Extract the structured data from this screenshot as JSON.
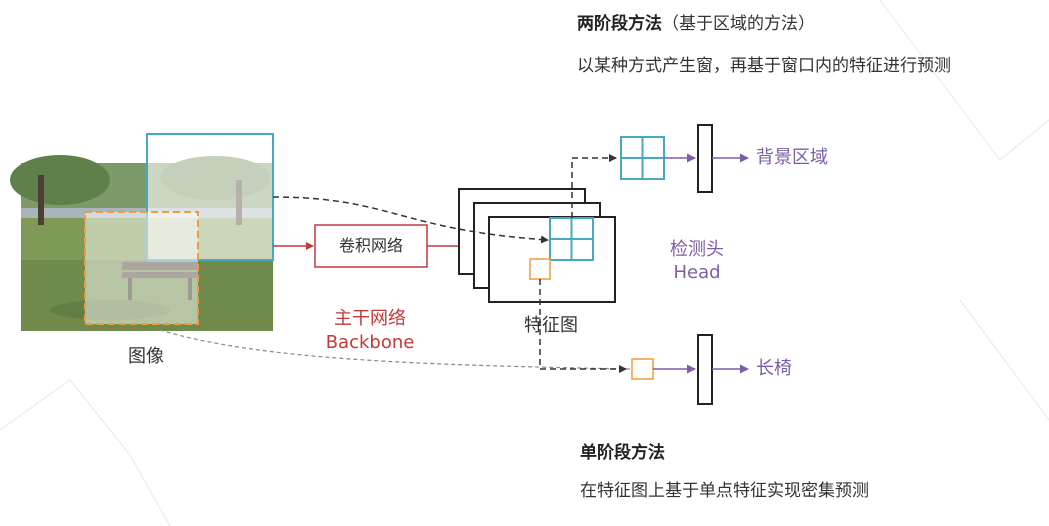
{
  "two_stage": {
    "title_bold": "两阶段方法",
    "title_suffix": "（基于区域的方法）",
    "description": "以某种方式产生窗，再基于窗口内的特征进行预测"
  },
  "one_stage": {
    "title": "单阶段方法",
    "description": "在特征图上基于单点特征实现密集预测"
  },
  "image_label": "图像",
  "conv_box_label": "卷积网络",
  "backbone": {
    "cn": "主干网络",
    "en": "Backbone"
  },
  "feature_map_label": "特征图",
  "head": {
    "cn": "检测头",
    "en": "Head"
  },
  "outputs": {
    "background": "背景区域",
    "bench": "长椅"
  },
  "colors": {
    "teal": "#4AA8BE",
    "orange": "#F39A3E",
    "purple": "#7B5EA7",
    "red": "#C0393B",
    "dark": "#222222"
  }
}
